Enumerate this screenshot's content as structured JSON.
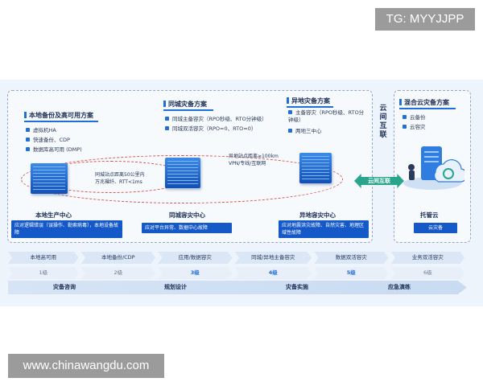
{
  "watermarks": {
    "top": "TG: MYYJJPP",
    "bottom": "www.chinawangdu.com"
  },
  "local": {
    "title": "本地备份及高可用方案",
    "items": [
      "虚拟机HA",
      "快速备份、CDP",
      "数据库高可用 (DMP)"
    ],
    "center": "本地生产中心",
    "desc": "应对逻辑错误（误操作、勒索病毒），本地设备故障"
  },
  "same_city": {
    "title": "同城灾备方案",
    "items": [
      "同城主备容灾（RPO秒级、RTO分钟级）",
      "同城双活容灾（RPO=0、RTO=0）"
    ],
    "center": "同城容灾中心",
    "desc": "应对平台异常、数据中心故障",
    "note": [
      "同城站点距离50公里内",
      "万兆裸纤、RTT<1ms"
    ]
  },
  "remote": {
    "title": "异地灾备方案",
    "items": [
      "主备容灾（RPO秒级、RTO分钟级）",
      "两地三中心"
    ],
    "center": "异地容灾中心",
    "desc": "应对地震洪灾故障、自然灾害、地理区域性故障",
    "note": [
      "异地站点距离≥100km",
      "VPN/专线/互联网"
    ]
  },
  "cloud_link": {
    "vertical": [
      "云",
      "间",
      "互",
      "联"
    ],
    "arrow": "云间互联"
  },
  "cloud": {
    "title": "混合云灾备方案",
    "items": [
      "云备份",
      "云容灾"
    ],
    "center": "托管云",
    "desc": "云灾备"
  },
  "levels": [
    {
      "name": "本地高可用",
      "num": "1级"
    },
    {
      "name": "本地备份/CDP",
      "num": "2级"
    },
    {
      "name": "应用/数据容灾",
      "num": "3级"
    },
    {
      "name": "同城/异地主备容灾",
      "num": "4级"
    },
    {
      "name": "数据双活容灾",
      "num": "5级"
    },
    {
      "name": "业务双活容灾",
      "num": "6级"
    }
  ],
  "stages": [
    "灾备咨询",
    "规划设计",
    "灾备实施",
    "应急演练"
  ],
  "colors": {
    "accent": "#1f6fd6",
    "desc_bg": "#1559c8",
    "link": "#29a58d"
  }
}
